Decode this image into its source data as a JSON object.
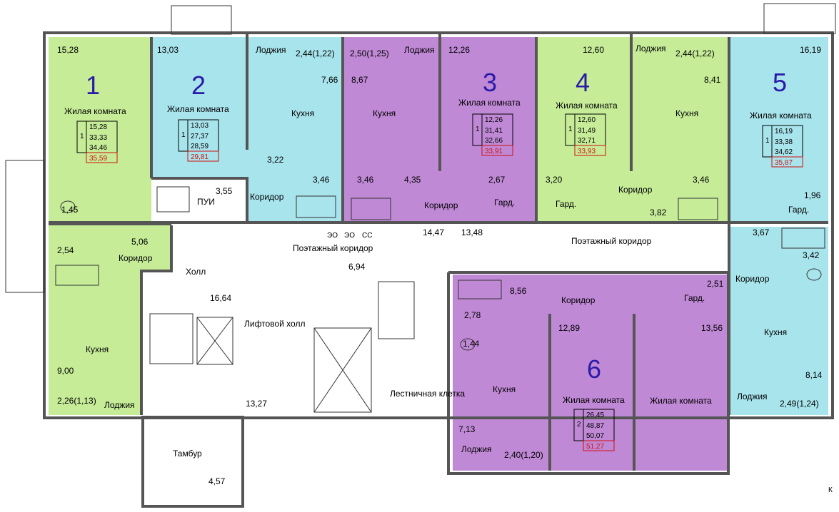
{
  "colors": {
    "green": "#c6ec98",
    "cyan": "#a8e4ec",
    "purple": "#c089d6",
    "wall": "#666666",
    "number": "#2a1aa8",
    "accent_red": "#d01010"
  },
  "apartments": [
    {
      "number": "1",
      "room": "Жилая комната",
      "area": "15,28",
      "tbl": {
        "rooms": "1",
        "rows": [
          "15,28",
          "33,33",
          "34,46"
        ],
        "total": "35,59"
      },
      "kitchen": "Кухня",
      "kitchen_area": "9,00",
      "bath": "2,54",
      "wc": "1,45",
      "corr_label": "Коридор",
      "corr_area": "5,06",
      "loggia": "Лоджия",
      "loggia_area": "2,26(1,13)"
    },
    {
      "number": "2",
      "room": "Жилая комната",
      "area": "13,03",
      "tbl": {
        "rooms": "1",
        "rows": [
          "13,03",
          "27,37",
          "28,59"
        ],
        "total": "29,81"
      },
      "loggia": "Лоджия",
      "loggia_area": "2,44(1,22)",
      "kitchen": "Кухня",
      "kitchen_area": "7,66",
      "corr_label": "Коридор",
      "corr_area": "3,22",
      "bath": "3,46"
    },
    {
      "number": "3",
      "room": "Жилая комната",
      "area": "12,26",
      "tbl": {
        "rooms": "1",
        "rows": [
          "12,26",
          "31,41",
          "32,66"
        ],
        "total": "33,91"
      },
      "loggia": "Лоджия",
      "loggia_area": "2,50(1,25)",
      "kitchen": "Кухня",
      "kitchen_area": "8,67",
      "bath": "3,46",
      "corr_label": "Коридор",
      "corr_area": "4,35",
      "gard": "Гард.",
      "gard_area": "2,67"
    },
    {
      "number": "4",
      "room": "Жилая комната",
      "area": "12,60",
      "tbl": {
        "rooms": "1",
        "rows": [
          "12,60",
          "31,49",
          "32,71"
        ],
        "total": "33,93"
      },
      "loggia": "Лоджия",
      "loggia_area": "2,44(1,22)",
      "kitchen": "Кухня",
      "kitchen_area": "8,41",
      "gard": "Гард.",
      "gard_area": "3,20",
      "corr_label": "Коридор",
      "corr_area": "3,82",
      "bath": "3,46"
    },
    {
      "number": "5",
      "room": "Жилая комната",
      "area": "16,19",
      "tbl": {
        "rooms": "1",
        "rows": [
          "16,19",
          "33,38",
          "34,62"
        ],
        "total": "35,87"
      },
      "gard": "Гард.",
      "gard_area": "1,96",
      "bath": "3,67",
      "wc": "3,42",
      "corr_label": "Коридор",
      "kitchen": "Кухня",
      "kitchen_area": "8,14",
      "loggia": "Лоджия",
      "loggia_area": "2,49(1,24)"
    },
    {
      "number": "6",
      "room": "Жилая комната",
      "room2": "Жилая комната",
      "area": "12,89",
      "area2": "13,56",
      "tbl": {
        "rooms": "2",
        "rows": [
          "26,45",
          "48,87",
          "50,07"
        ],
        "total": "51,27"
      },
      "corr_label": "Коридор",
      "corr_area": "8,56",
      "gard": "Гард.",
      "gard_area": "2,51",
      "bath": "2,78",
      "wc": "1,44",
      "kitchen": "Кухня",
      "kitchen_area": "7,13",
      "loggia": "Лоджия",
      "loggia_area": "2,40(1,20)"
    }
  ],
  "common": {
    "pui": "ПУИ",
    "pui_area": "3,55",
    "hall": "Холл",
    "hall_area": "16,64",
    "corridor_left": "Поэтажный коридор",
    "corridor_left_area": "6,94",
    "corridor_area_a": "14,47",
    "corridor_area_b": "13,48",
    "corridor_right": "Поэтажный коридор",
    "lift_hall": "Лифтовой холл",
    "lift_hall_area": "13,27",
    "stair": "Лестничная клетка",
    "tambur": "Тамбур",
    "tambur_area": "4,57",
    "shafts": [
      "ЭО",
      "ЭО",
      "СС"
    ],
    "edge_letter": "К"
  }
}
